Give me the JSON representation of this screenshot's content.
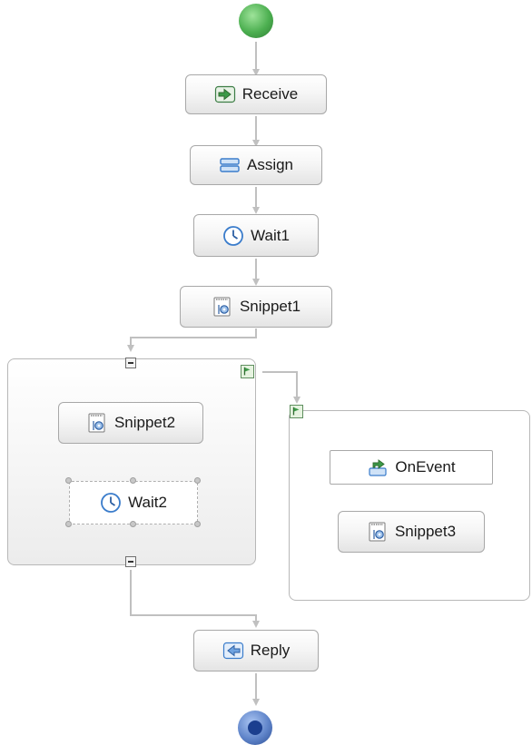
{
  "diagram": {
    "colors": {
      "start_fill": "#4caf50",
      "end_fill": "#1b3f8f",
      "connector": "#c0c0c0",
      "icon_blue": "#3a7ccb",
      "icon_green": "#3c9a48"
    },
    "start_node": {
      "icon": "start-circle"
    },
    "end_node": {
      "icon": "end-circle"
    },
    "activities": {
      "receive": {
        "label": "Receive",
        "icon": "receive-icon"
      },
      "assign": {
        "label": "Assign",
        "icon": "assign-icon"
      },
      "wait1": {
        "label": "Wait1",
        "icon": "clock-icon"
      },
      "snippet1": {
        "label": "Snippet1",
        "icon": "snippet-icon"
      },
      "snippet2": {
        "label": "Snippet2",
        "icon": "snippet-icon"
      },
      "wait2": {
        "label": "Wait2",
        "icon": "clock-icon"
      },
      "onevent": {
        "label": "OnEvent",
        "icon": "onevent-icon"
      },
      "snippet3": {
        "label": "Snippet3",
        "icon": "snippet-icon"
      },
      "reply": {
        "label": "Reply",
        "icon": "reply-icon"
      }
    },
    "scope_markers": [
      "collapse-icon",
      "collapse-icon",
      "flag-icon",
      "flag-icon"
    ]
  }
}
